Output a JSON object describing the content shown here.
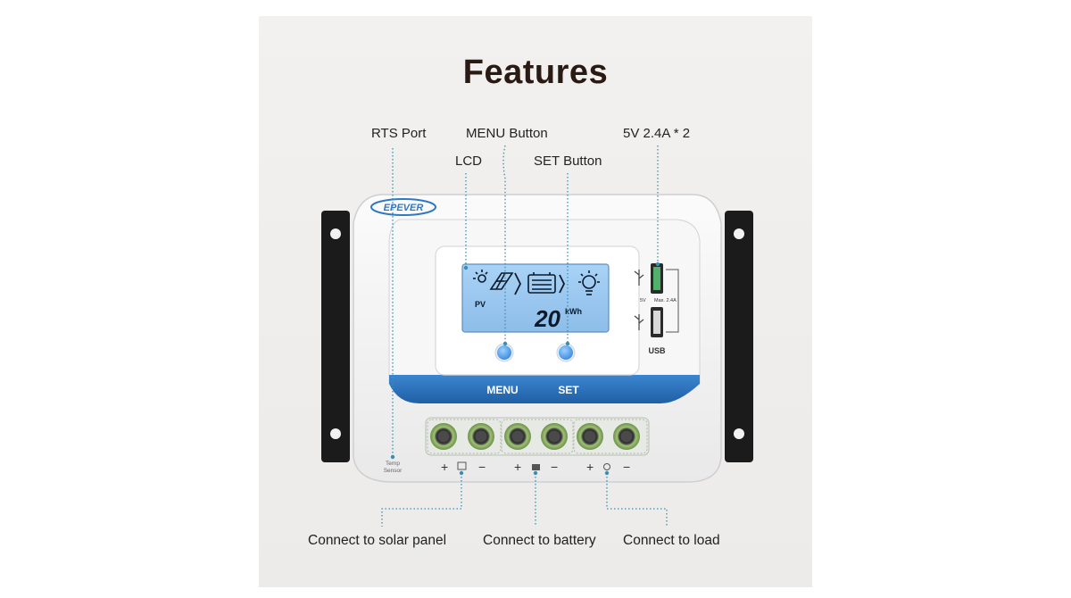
{
  "title": "Features",
  "callouts": {
    "rts_port": "RTS Port",
    "menu_button": "MENU Button",
    "usb_spec": "5V 2.4A * 2",
    "lcd": "LCD",
    "set_button": "SET Button",
    "solar": "Connect to solar panel",
    "battery": "Connect to battery",
    "load": "Connect to load"
  },
  "device": {
    "brand": "EPEVER",
    "lcd_pv": "PV",
    "lcd_value": "20",
    "lcd_unit": "kWh",
    "menu_label": "MENU",
    "set_label": "SET",
    "usb_label": "USB",
    "usb_small_5v": "5V",
    "usb_small_max": "Max. 2.4A",
    "temp_sensor_line1": "Temp",
    "temp_sensor_line2": "Sensor"
  },
  "colors": {
    "accent_blue": "#2f78c4",
    "callout_line": "#3a8fb0",
    "lcd_bg": "#9cc7ee",
    "terminal_green": "#7fa65a"
  }
}
